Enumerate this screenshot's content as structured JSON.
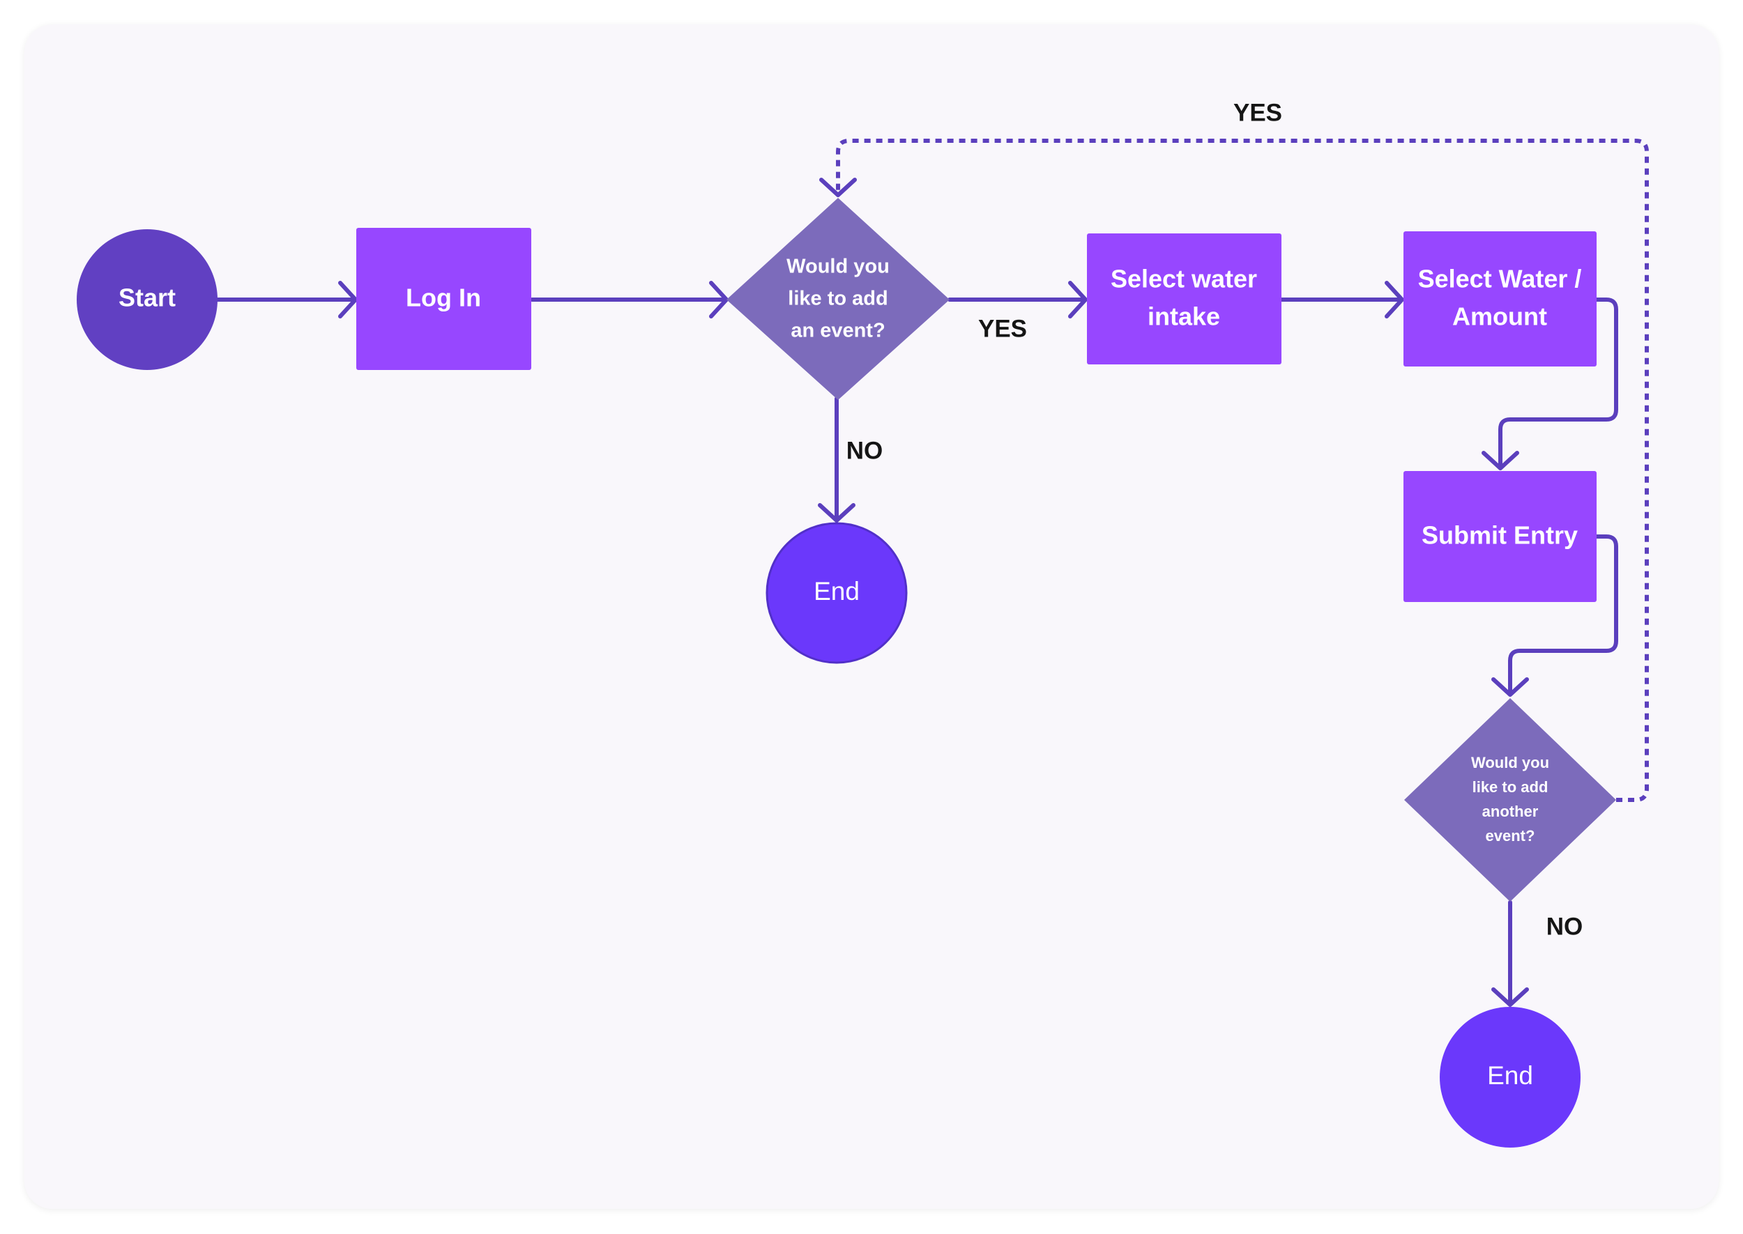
{
  "nodes": {
    "start": {
      "label": "Start"
    },
    "login": {
      "label": "Log In"
    },
    "decision1": {
      "lines": [
        "Would you",
        "like to add",
        "an event?"
      ]
    },
    "end1": {
      "label": "End"
    },
    "select_intake": {
      "lines": [
        "Select water",
        "intake"
      ]
    },
    "select_amount": {
      "lines": [
        "Select Water /",
        "Amount"
      ]
    },
    "submit": {
      "label": "Submit Entry"
    },
    "decision2": {
      "lines": [
        "Would you",
        "like to add",
        "another",
        "event?"
      ]
    },
    "end2": {
      "label": "End"
    }
  },
  "edge_labels": {
    "yes_to_intake": "YES",
    "no_to_end1": "NO",
    "yes_loop": "YES",
    "no_to_end2": "NO"
  },
  "colors": {
    "start_fill": "#6140c2",
    "process_fill": "#9747ff",
    "decision_fill": "#7c6bbb",
    "end_fill": "#6b38fb",
    "end_stroke": "#5230c9",
    "edge": "#5b3fbd",
    "label_text": "#151515",
    "background": "#f9f7fb"
  }
}
